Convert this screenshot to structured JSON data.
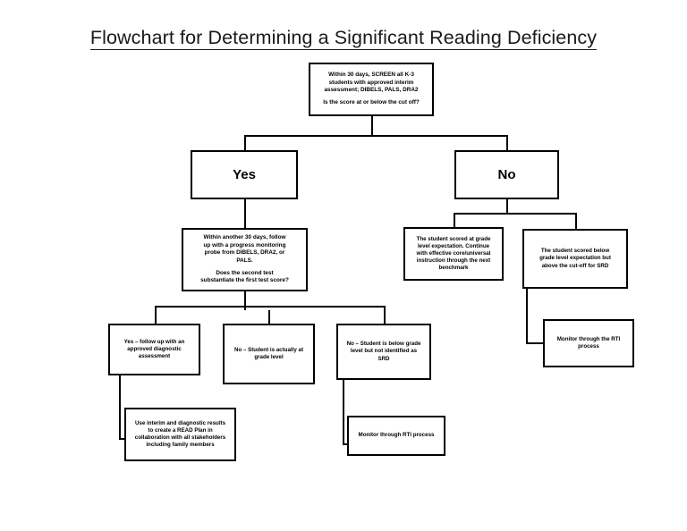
{
  "page": {
    "title": "Flowchart for Determining a Significant Reading Deficiency",
    "background_color": "#ffffff",
    "line_color": "#000000"
  },
  "nodes": {
    "screen": {
      "id": "screen-box",
      "lines": [
        "Within 30 days, SCREEN all K-3",
        "students with approved interim",
        "assessment; DIBELS, PALS, DRA2"
      ],
      "question": "Is the score at or below the cut off?"
    },
    "yes": {
      "id": "yes-box",
      "label": "Yes"
    },
    "no": {
      "id": "no-box",
      "label": "No"
    },
    "progress_monitor": {
      "id": "progress-monitoring-box",
      "lines": [
        "Within another 30 days, follow",
        "up with a progress monitoring",
        "probe from DIBELS, DRA2, or",
        "PALS."
      ],
      "question_lines": [
        "Does the second test",
        "substantiate the first test score?"
      ]
    },
    "at_grade_level": {
      "id": "at-grade-level-box",
      "lines": [
        "The student scored at grade",
        "level expectation.  Continue",
        "with effective core/universal",
        "instruction through the next",
        "benchmark"
      ]
    },
    "below_above_cutoff": {
      "id": "below-grade-above-cutoff-box",
      "lines": [
        "The student scored below",
        "grade level expectation but",
        "above the cut-off for SRD"
      ]
    },
    "yes_diagnostic": {
      "id": "yes-diagnostic-box",
      "lines": [
        "Yes – follow up with an",
        "approved diagnostic",
        "assessment"
      ]
    },
    "no_at_grade": {
      "id": "no-at-grade-level-box",
      "lines": [
        "No – Student is actually at",
        "grade level"
      ]
    },
    "no_below_not_srd": {
      "id": "no-below-not-srd-box",
      "lines": [
        "No – Student is below grade",
        "level but not identified as",
        "SRD"
      ]
    },
    "monitor_rti_right": {
      "id": "monitor-rti-right-box",
      "lines": [
        "Monitor through the RTI",
        "process"
      ]
    },
    "read_plan": {
      "id": "read-plan-box",
      "lines": [
        "Use interim and diagnostic results",
        "to create a  READ Plan in",
        "collaboration with all stakeholders",
        "including family members"
      ]
    },
    "monitor_rti_center": {
      "id": "monitor-rti-center-box",
      "lines": [
        "Monitor through RTI process"
      ]
    }
  }
}
